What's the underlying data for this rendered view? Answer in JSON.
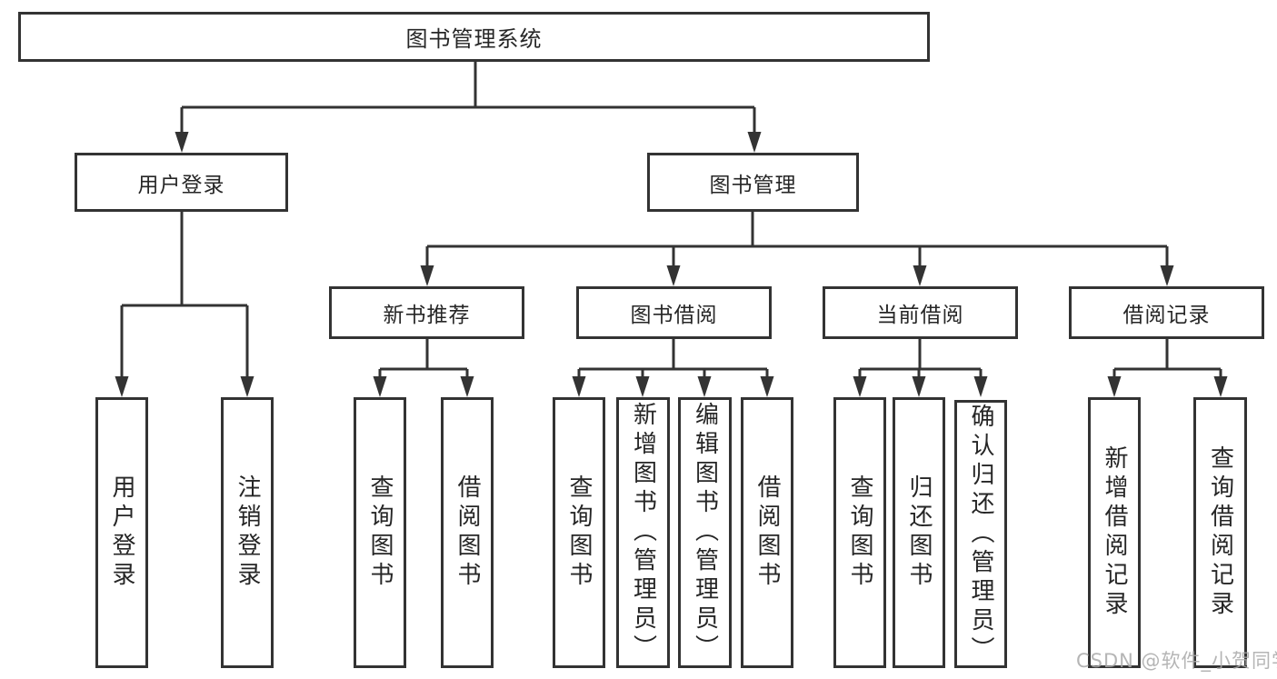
{
  "diagram": {
    "root": {
      "label": "图书管理系统"
    },
    "level1": {
      "user_login": {
        "label": "用户登录"
      },
      "book_mgmt": {
        "label": "图书管理"
      }
    },
    "level2": {
      "new_books": {
        "label": "新书推荐"
      },
      "borrow": {
        "label": "图书借阅"
      },
      "current": {
        "label": "当前借阅"
      },
      "records": {
        "label": "借阅记录"
      }
    },
    "leaves": {
      "user_login_leaf": {
        "label": "用户登录"
      },
      "logout": {
        "label": "注销登录"
      },
      "nb_query": {
        "label": "查询图书"
      },
      "nb_borrow": {
        "label": "借阅图书"
      },
      "bb_query": {
        "label": "查询图书"
      },
      "bb_add": {
        "label": "新增图书（管理员）"
      },
      "bb_edit": {
        "label": "编辑图书（管理员）"
      },
      "bb_borrow": {
        "label": "借阅图书"
      },
      "cb_query": {
        "label": "查询图书"
      },
      "cb_return": {
        "label": "归还图书"
      },
      "cb_confirm": {
        "label": "确认归还（管理员）"
      },
      "br_add": {
        "label": "新增借阅记录"
      },
      "br_query": {
        "label": "查询借阅记录"
      }
    }
  },
  "watermark": {
    "text": "CSDN @软件_小贺同学"
  },
  "colors": {
    "line": "#333333",
    "text": "#262626",
    "watermark": "#a9a9a9",
    "background": "#ffffff"
  }
}
